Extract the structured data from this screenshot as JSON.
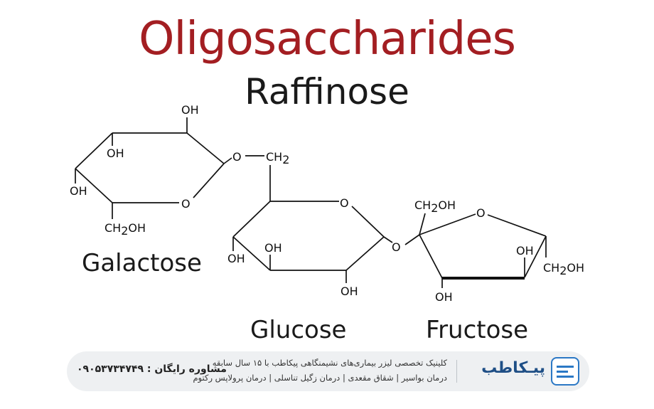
{
  "header": {
    "title": "Oligosaccharides",
    "subtitle": "Raffinose"
  },
  "molecule": {
    "labels": {
      "galactose": "Galactose",
      "glucose": "Glucose",
      "fructose": "Fructose"
    },
    "atoms": {
      "oh": "OH",
      "o": "O",
      "ch2_c": "CH",
      "ch2_sub": "2",
      "ch2oh_tail": "OH",
      "ch2_tail": "2"
    }
  },
  "footer": {
    "brand": "پیـکاطب",
    "line1": "کلینیک تخصصی لیزر بیماری‌های نشیمنگاهی پیکاطب با ۱۵ سال سابقه",
    "line2": "درمان بواسیر | شقاق مقعدی | درمان زگیل تناسلی | درمان پرولاپس رکتوم",
    "consult": "مشاوره رایگان : ۰۹۰۵۳۷۳۴۷۴۹"
  },
  "colors": {
    "title": "#a31e22",
    "text": "#1a1a1a",
    "brand": "#1f4f86",
    "logo": "#2b78c5",
    "banner": "#eef0f2"
  }
}
